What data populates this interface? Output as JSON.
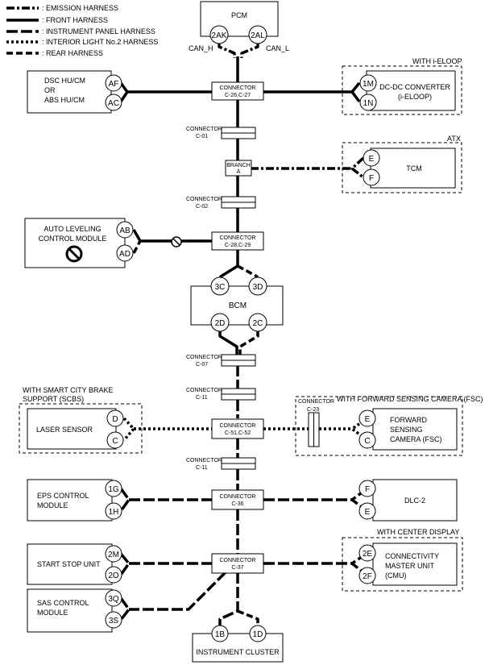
{
  "legend": [
    {
      "label": ": EMISSION HARNESS",
      "style": "emis"
    },
    {
      "label": ": FRONT HARNESS",
      "style": "front"
    },
    {
      "label": ": INSTRUMENT PANEL HARNESS",
      "style": "ip"
    },
    {
      "label": ": INTERIOR LIGHT No.2 HARNESS",
      "style": "light"
    },
    {
      "label": ": REAR HARNESS",
      "style": "rear"
    }
  ],
  "pcm": {
    "title": "PCM",
    "pin_left": "2AK",
    "pin_right": "2AL",
    "can_h": "CAN_H",
    "can_l": "CAN_L"
  },
  "dsc": {
    "line1": "DSC HU/CM",
    "line2": "OR",
    "line3": "ABS HU/CM",
    "pin1": "AF",
    "pin2": "AC"
  },
  "dcdc": {
    "group": "WITH i-ELOOP",
    "line1": "DC-DC CONVERTER",
    "line2": "(i-ELOOP)",
    "pin1": "1M",
    "pin2": "1N"
  },
  "tcm": {
    "group": "ATX",
    "title": "TCM",
    "pin1": "E",
    "pin2": "F"
  },
  "auto_level": {
    "line1": "AUTO LEVELING",
    "line2": "CONTROL MODULE",
    "pin1": "AB",
    "pin2": "AD"
  },
  "bcm": {
    "title": "BCM",
    "pin_tl": "3C",
    "pin_tr": "3D",
    "pin_bl": "2D",
    "pin_br": "2C"
  },
  "laser": {
    "group1": "WITH SMART CITY BRAKE",
    "group2": "SUPPORT (SCBS)",
    "title": "LASER SENSOR",
    "pin1": "D",
    "pin2": "C"
  },
  "fsc": {
    "group": "WITH FORWARD SENSING CAMERA (FSC)",
    "conn_label": "CONNECTOR",
    "conn_id": "C-23",
    "line1": "FORWARD",
    "line2": "SENSING",
    "line3": "CAMERA (FSC)",
    "pin1": "E",
    "pin2": "C"
  },
  "eps": {
    "line1": "EPS CONTROL",
    "line2": "MODULE",
    "pin1": "1G",
    "pin2": "1H"
  },
  "dlc": {
    "title": "DLC-2",
    "pin1": "F",
    "pin2": "E"
  },
  "ssu": {
    "title": "START STOP UNIT",
    "pin1": "2M",
    "pin2": "2O"
  },
  "sas": {
    "line1": "SAS CONTROL",
    "line2": "MODULE",
    "pin1": "3Q",
    "pin2": "3S"
  },
  "cmu": {
    "group": "WITH CENTER DISPLAY",
    "line1": "CONNECTIVITY",
    "line2": "MASTER UNIT",
    "line3": "(CMU)",
    "pin1": "2E",
    "pin2": "2F"
  },
  "cluster": {
    "title": "INSTRUMENT CLUSTER",
    "pin1": "1B",
    "pin2": "1D"
  },
  "connectors": {
    "c26": {
      "l1": "CONNECTOR",
      "l2": "C-26,C-27"
    },
    "c01": {
      "l1": "CONNECTOR",
      "l2": "C-01"
    },
    "branch": {
      "l1": "BRANCH",
      "l2": "A"
    },
    "c02": {
      "l1": "CONNECTOR",
      "l2": "C-02"
    },
    "c28": {
      "l1": "CONNECTOR",
      "l2": "C-28,C-29"
    },
    "c07": {
      "l1": "CONNECTOR",
      "l2": "C-07"
    },
    "c11a": {
      "l1": "CONNECTOR",
      "l2": "C-11"
    },
    "c51": {
      "l1": "CONNECTOR",
      "l2": "C-51,C-52"
    },
    "c11b": {
      "l1": "CONNECTOR",
      "l2": "C-11"
    },
    "c36": {
      "l1": "CONNECTOR",
      "l2": "C-36"
    },
    "c37": {
      "l1": "CONNECTOR",
      "l2": "C-37"
    }
  }
}
